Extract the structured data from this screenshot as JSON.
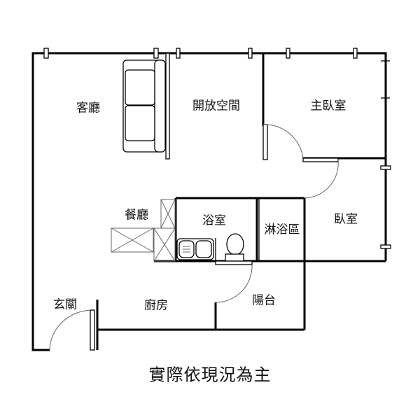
{
  "rooms": {
    "living_room": "客廳",
    "open_space": "開放空間",
    "master_bedroom": "主臥室",
    "dining_room": "餐廳",
    "bathroom": "浴室",
    "shower_area": "淋浴區",
    "bedroom": "臥室",
    "entrance": "玄關",
    "kitchen": "廚房",
    "balcony": "陽台"
  },
  "caption": "實際依現況為主"
}
